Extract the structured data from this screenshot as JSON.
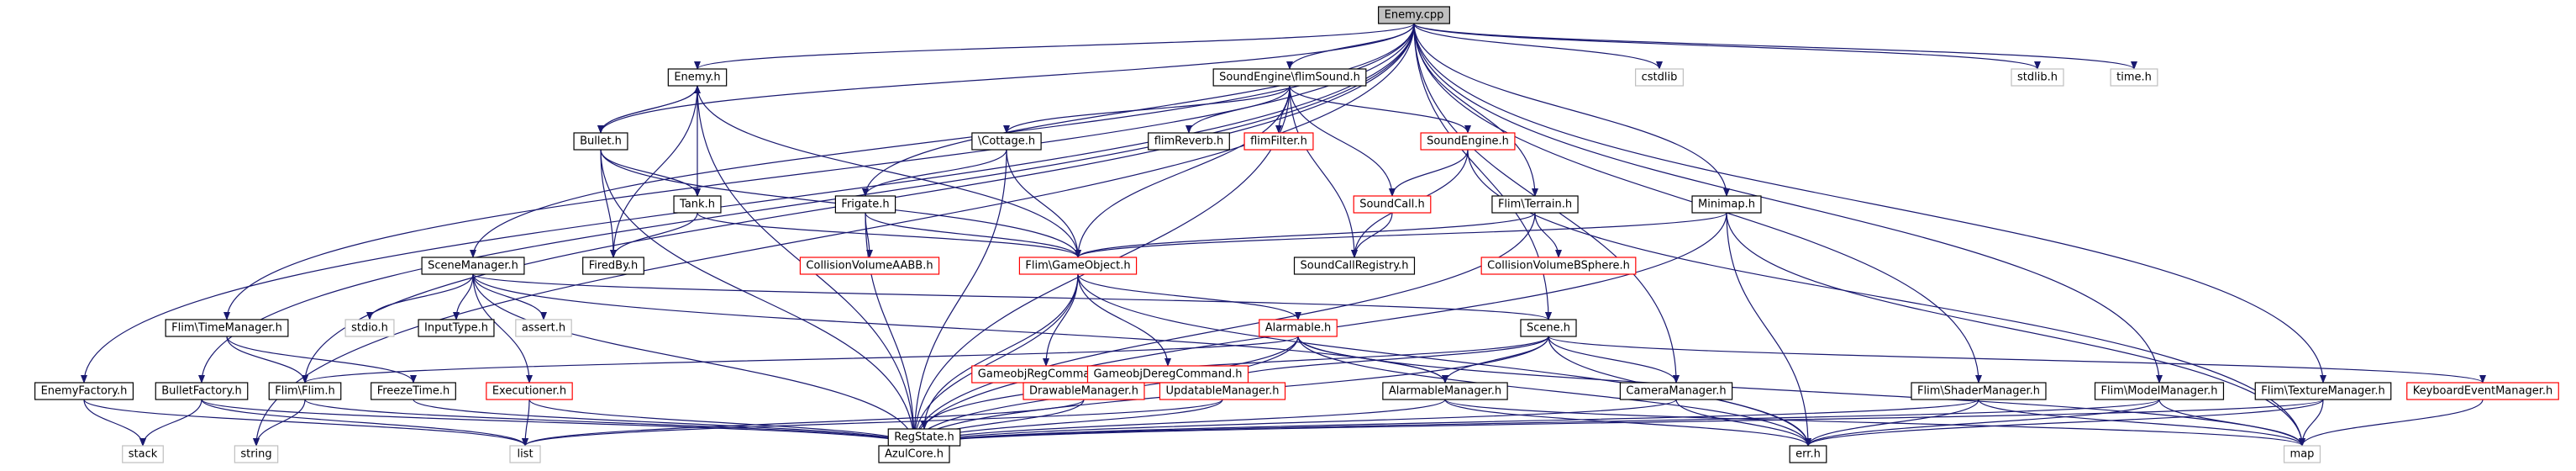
{
  "diagram": {
    "colors": {
      "edge": "#191970",
      "node_border": "#000000",
      "node_border_incomplete": "#ff0000",
      "node_border_system": "#bfbfbf",
      "root_fill": "#bfbfbf"
    },
    "nodes": [
      {
        "id": "enemy_cpp",
        "label": "Enemy.cpp",
        "kind": "root"
      },
      {
        "id": "enemy_h",
        "label": "Enemy.h",
        "kind": "normal"
      },
      {
        "id": "soundengine_flim",
        "label": "SoundEngine\\flimSound.h",
        "kind": "normal"
      },
      {
        "id": "cstdlib",
        "label": "cstdlib",
        "kind": "gray"
      },
      {
        "id": "stdlib_h",
        "label": "stdlib.h",
        "kind": "gray"
      },
      {
        "id": "time_h",
        "label": "time.h",
        "kind": "gray"
      },
      {
        "id": "bullet_h",
        "label": "Bullet.h",
        "kind": "normal"
      },
      {
        "id": "cottage_h",
        "label": "\\Cottage.h",
        "kind": "normal"
      },
      {
        "id": "flimreverb",
        "label": "flimReverb.h",
        "kind": "normal"
      },
      {
        "id": "flimfilter",
        "label": "flimFilter.h",
        "kind": "red"
      },
      {
        "id": "soundengine_h",
        "label": "SoundEngine.h",
        "kind": "red"
      },
      {
        "id": "tank_h",
        "label": "Tank.h",
        "kind": "normal"
      },
      {
        "id": "frigate_h",
        "label": "Frigate.h",
        "kind": "normal"
      },
      {
        "id": "soundcall_h",
        "label": "SoundCall.h",
        "kind": "red"
      },
      {
        "id": "flim_terrain",
        "label": "Flim\\Terrain.h",
        "kind": "normal"
      },
      {
        "id": "minimap_h",
        "label": "Minimap.h",
        "kind": "normal"
      },
      {
        "id": "scenemanager_h",
        "label": "SceneManager.h",
        "kind": "normal"
      },
      {
        "id": "firedby_h",
        "label": "FiredBy.h",
        "kind": "normal"
      },
      {
        "id": "collisionaabb",
        "label": "CollisionVolumeAABB.h",
        "kind": "red"
      },
      {
        "id": "flim_gameobject",
        "label": "Flim\\GameObject.h",
        "kind": "red"
      },
      {
        "id": "soundcallregistry",
        "label": "SoundCallRegistry.h",
        "kind": "normal"
      },
      {
        "id": "collisionbsphere",
        "label": "CollisionVolumeBSphere.h",
        "kind": "red"
      },
      {
        "id": "stdio_h",
        "label": "stdio.h",
        "kind": "gray"
      },
      {
        "id": "inputtype_h",
        "label": "InputType.h",
        "kind": "normal"
      },
      {
        "id": "assert_h",
        "label": "assert.h",
        "kind": "gray"
      },
      {
        "id": "flim_timemanager",
        "label": "Flim\\TimeManager.h",
        "kind": "normal"
      },
      {
        "id": "gameobjreg",
        "label": "GameobjRegCommand.h",
        "kind": "red"
      },
      {
        "id": "gameobjdereg",
        "label": "GameobjDeregCommand.h",
        "kind": "red"
      },
      {
        "id": "alarmable_h",
        "label": "Alarmable.h",
        "kind": "red"
      },
      {
        "id": "scene_h",
        "label": "Scene.h",
        "kind": "normal"
      },
      {
        "id": "enemyfactory_h",
        "label": "EnemyFactory.h",
        "kind": "normal"
      },
      {
        "id": "bulletfactory_h",
        "label": "BulletFactory.h",
        "kind": "normal"
      },
      {
        "id": "flim_flim",
        "label": "Flim\\Flim.h",
        "kind": "normal"
      },
      {
        "id": "freezetime_h",
        "label": "FreezeTime.h",
        "kind": "normal"
      },
      {
        "id": "executioner_h",
        "label": "Executioner.h",
        "kind": "red"
      },
      {
        "id": "regstate_h",
        "label": "RegState.h",
        "kind": "normal"
      },
      {
        "id": "drawablemanager",
        "label": "DrawableManager.h",
        "kind": "red"
      },
      {
        "id": "updatablemanager",
        "label": "UpdatableManager.h",
        "kind": "red"
      },
      {
        "id": "alarmablemanager",
        "label": "AlarmableManager.h",
        "kind": "normal"
      },
      {
        "id": "cameramanager",
        "label": "CameraManager.h",
        "kind": "normal"
      },
      {
        "id": "flim_shadermanager",
        "label": "Flim\\ShaderManager.h",
        "kind": "normal"
      },
      {
        "id": "flim_modelmanager",
        "label": "Flim\\ModelManager.h",
        "kind": "normal"
      },
      {
        "id": "flim_texturemanager",
        "label": "Flim\\TextureManager.h",
        "kind": "normal"
      },
      {
        "id": "keyboardevent",
        "label": "KeyboardEventManager.h",
        "kind": "red"
      },
      {
        "id": "stack",
        "label": "stack",
        "kind": "gray"
      },
      {
        "id": "string",
        "label": "string",
        "kind": "gray"
      },
      {
        "id": "list",
        "label": "list",
        "kind": "gray"
      },
      {
        "id": "azulcore_h",
        "label": "AzulCore.h",
        "kind": "normal"
      },
      {
        "id": "err_h",
        "label": "err.h",
        "kind": "normal"
      },
      {
        "id": "map",
        "label": "map",
        "kind": "gray"
      }
    ],
    "edges": [
      [
        "enemy_cpp",
        "enemy_h"
      ],
      [
        "enemy_cpp",
        "soundengine_flim"
      ],
      [
        "enemy_cpp",
        "cstdlib"
      ],
      [
        "enemy_cpp",
        "stdlib_h"
      ],
      [
        "enemy_cpp",
        "time_h"
      ],
      [
        "enemy_cpp",
        "bullet_h"
      ],
      [
        "enemy_cpp",
        "frigate_h"
      ],
      [
        "enemy_cpp",
        "flim_terrain"
      ],
      [
        "enemy_cpp",
        "minimap_h"
      ],
      [
        "enemy_cpp",
        "scenemanager_h"
      ],
      [
        "enemy_cpp",
        "flim_timemanager"
      ],
      [
        "enemy_cpp",
        "scene_h"
      ],
      [
        "enemy_cpp",
        "enemyfactory_h"
      ],
      [
        "enemy_cpp",
        "bulletfactory_h"
      ],
      [
        "enemy_cpp",
        "flim_flim"
      ],
      [
        "enemy_cpp",
        "cameramanager"
      ],
      [
        "enemy_cpp",
        "flim_shadermanager"
      ],
      [
        "enemy_cpp",
        "flim_modelmanager"
      ],
      [
        "enemy_cpp",
        "flim_texturemanager"
      ],
      [
        "enemy_cpp",
        "string"
      ],
      [
        "enemy_h",
        "bullet_h"
      ],
      [
        "enemy_h",
        "tank_h"
      ],
      [
        "enemy_h",
        "firedby_h"
      ],
      [
        "enemy_h",
        "flim_gameobject"
      ],
      [
        "enemy_h",
        "azulcore_h"
      ],
      [
        "bullet_h",
        "enemy_h"
      ],
      [
        "bullet_h",
        "tank_h"
      ],
      [
        "bullet_h",
        "firedby_h"
      ],
      [
        "bullet_h",
        "flim_gameobject"
      ],
      [
        "bullet_h",
        "azulcore_h"
      ],
      [
        "tank_h",
        "firedby_h"
      ],
      [
        "tank_h",
        "flim_gameobject"
      ],
      [
        "soundengine_flim",
        "cottage_h"
      ],
      [
        "soundengine_flim",
        "flimreverb"
      ],
      [
        "soundengine_flim",
        "flimfilter"
      ],
      [
        "soundengine_flim",
        "soundengine_h"
      ],
      [
        "soundengine_flim",
        "soundcall_h"
      ],
      [
        "soundengine_flim",
        "soundcallregistry"
      ],
      [
        "soundengine_flim",
        "flim_gameobject"
      ],
      [
        "soundengine_flim",
        "azulcore_h"
      ],
      [
        "cottage_h",
        "frigate_h"
      ],
      [
        "cottage_h",
        "flim_gameobject"
      ],
      [
        "cottage_h",
        "azulcore_h"
      ],
      [
        "soundengine_h",
        "soundcall_h"
      ],
      [
        "soundengine_h",
        "soundcallregistry"
      ],
      [
        "soundengine_h",
        "map"
      ],
      [
        "soundcall_h",
        "soundcallregistry"
      ],
      [
        "frigate_h",
        "collisionaabb"
      ],
      [
        "frigate_h",
        "flim_gameobject"
      ],
      [
        "frigate_h",
        "azulcore_h"
      ],
      [
        "flim_terrain",
        "collisionbsphere"
      ],
      [
        "flim_terrain",
        "flim_gameobject"
      ],
      [
        "flim_terrain",
        "azulcore_h"
      ],
      [
        "minimap_h",
        "flim_gameobject"
      ],
      [
        "minimap_h",
        "azulcore_h"
      ],
      [
        "minimap_h",
        "err_h"
      ],
      [
        "minimap_h",
        "map"
      ],
      [
        "scenemanager_h",
        "stdio_h"
      ],
      [
        "scenemanager_h",
        "inputtype_h"
      ],
      [
        "scenemanager_h",
        "assert_h"
      ],
      [
        "scenemanager_h",
        "executioner_h"
      ],
      [
        "scenemanager_h",
        "scene_h"
      ],
      [
        "scenemanager_h",
        "alarmablemanager"
      ],
      [
        "scenemanager_h",
        "azulcore_h"
      ],
      [
        "flim_gameobject",
        "gameobjreg"
      ],
      [
        "flim_gameobject",
        "gameobjdereg"
      ],
      [
        "flim_gameobject",
        "alarmable_h"
      ],
      [
        "flim_gameobject",
        "regstate_h"
      ],
      [
        "flim_gameobject",
        "azulcore_h"
      ],
      [
        "flim_gameobject",
        "err_h"
      ],
      [
        "flim_timemanager",
        "flim_flim"
      ],
      [
        "flim_timemanager",
        "freezetime_h"
      ],
      [
        "alarmable_h",
        "flim_flim"
      ],
      [
        "alarmable_h",
        "regstate_h"
      ],
      [
        "alarmable_h",
        "alarmablemanager"
      ],
      [
        "alarmable_h",
        "azulcore_h"
      ],
      [
        "alarmable_h",
        "err_h"
      ],
      [
        "alarmable_h",
        "map"
      ],
      [
        "scene_h",
        "drawablemanager"
      ],
      [
        "scene_h",
        "updatablemanager"
      ],
      [
        "scene_h",
        "alarmablemanager"
      ],
      [
        "scene_h",
        "cameramanager"
      ],
      [
        "scene_h",
        "keyboardevent"
      ],
      [
        "scene_h",
        "azulcore_h"
      ],
      [
        "scene_h",
        "err_h"
      ],
      [
        "enemyfactory_h",
        "stack"
      ],
      [
        "enemyfactory_h",
        "list"
      ],
      [
        "bulletfactory_h",
        "stack"
      ],
      [
        "bulletfactory_h",
        "list"
      ],
      [
        "bulletfactory_h",
        "azulcore_h"
      ],
      [
        "flim_flim",
        "string"
      ],
      [
        "flim_flim",
        "azulcore_h"
      ],
      [
        "freezetime_h",
        "azulcore_h"
      ],
      [
        "executioner_h",
        "list"
      ],
      [
        "executioner_h",
        "azulcore_h"
      ],
      [
        "drawablemanager",
        "list"
      ],
      [
        "drawablemanager",
        "azulcore_h"
      ],
      [
        "updatablemanager",
        "list"
      ],
      [
        "updatablemanager",
        "azulcore_h"
      ],
      [
        "alarmablemanager",
        "azulcore_h"
      ],
      [
        "alarmablemanager",
        "err_h"
      ],
      [
        "alarmablemanager",
        "map"
      ],
      [
        "cameramanager",
        "azulcore_h"
      ],
      [
        "cameramanager",
        "err_h"
      ],
      [
        "flim_shadermanager",
        "azulcore_h"
      ],
      [
        "flim_shadermanager",
        "err_h"
      ],
      [
        "flim_shadermanager",
        "map"
      ],
      [
        "flim_modelmanager",
        "azulcore_h"
      ],
      [
        "flim_modelmanager",
        "err_h"
      ],
      [
        "flim_modelmanager",
        "map"
      ],
      [
        "flim_texturemanager",
        "azulcore_h"
      ],
      [
        "flim_texturemanager",
        "err_h"
      ],
      [
        "flim_texturemanager",
        "map"
      ],
      [
        "keyboardevent",
        "map"
      ]
    ]
  }
}
